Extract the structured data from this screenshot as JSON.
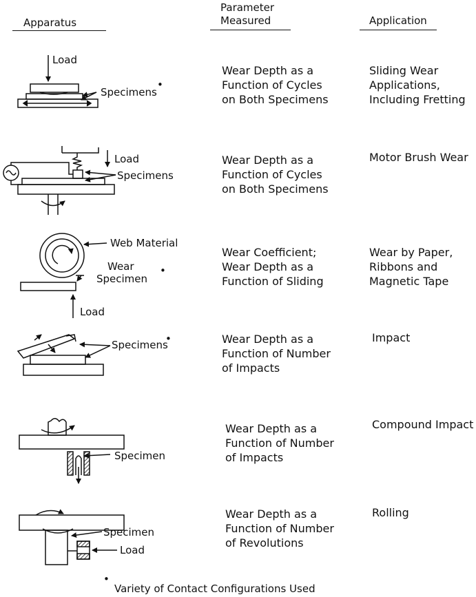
{
  "headers": {
    "apparatus": "Apparatus",
    "parameter_line1": "Parameter",
    "parameter_line2": "Measured",
    "application": "Application"
  },
  "rows": [
    {
      "parameter": "Wear Depth as a\nFunction of Cycles\non Both Specimens",
      "application": "Sliding Wear\nApplications,\nIncluding Fretting",
      "labels": [
        "Load",
        "Specimens"
      ]
    },
    {
      "parameter": "Wear Depth as a\nFunction of Cycles\non Both Specimens",
      "application": "Motor Brush Wear",
      "labels": [
        "Load",
        "Specimens"
      ]
    },
    {
      "parameter": "Wear Coefficient;\nWear Depth as a\nFunction of Sliding",
      "application": "Wear by Paper,\nRibbons and\nMagnetic Tape",
      "labels": [
        "Web Material",
        "Wear",
        "Specimen",
        "Load"
      ]
    },
    {
      "parameter": "Wear Depth as a\nFunction of Number\nof Impacts",
      "application": "Impact",
      "labels": [
        "Specimens"
      ]
    },
    {
      "parameter": "Wear Depth as a\nFunction of Number\nof Impacts",
      "application": "Compound Impact",
      "labels": [
        "Specimen"
      ]
    },
    {
      "parameter": "Wear Depth as a\nFunction of Number\nof Revolutions",
      "application": "Rolling",
      "labels": [
        "Specimen",
        "Load"
      ]
    }
  ],
  "footnote": "Variety of Contact Configurations Used",
  "footnote_marker": "•"
}
